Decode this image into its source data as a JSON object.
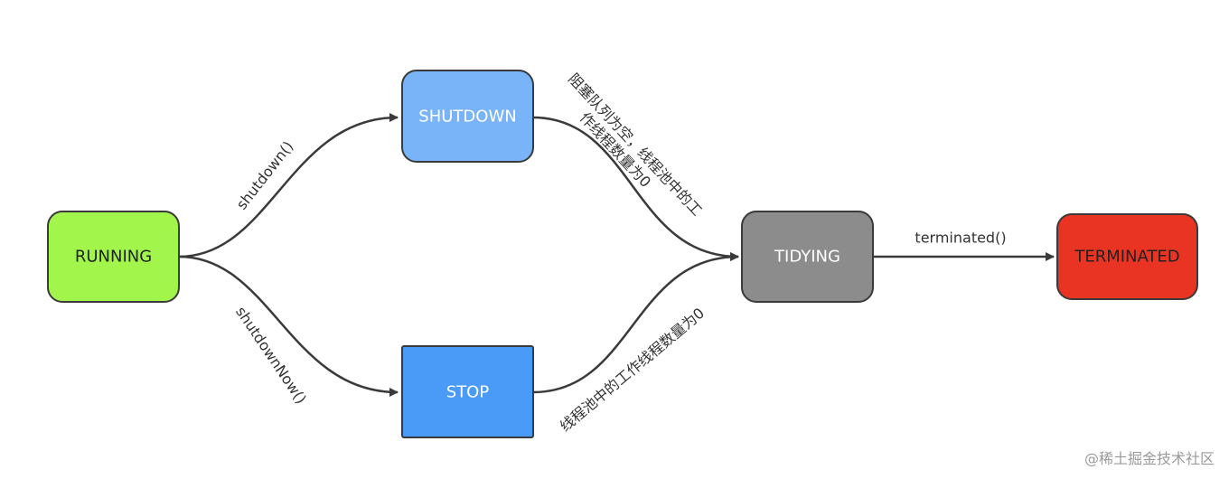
{
  "nodes": {
    "running": {
      "label": "RUNNING",
      "color": "#a2f54b",
      "text_color": "#222222"
    },
    "shutdown": {
      "label": "SHUTDOWN",
      "color": "#7ab4f8",
      "text_color": "#ffffff"
    },
    "stop": {
      "label": "STOP",
      "color": "#4a9bf7",
      "text_color": "#ffffff"
    },
    "tidying": {
      "label": "TIDYING",
      "color": "#8c8c8c",
      "text_color": "#ffffff"
    },
    "terminated": {
      "label": "TERMINATED",
      "color": "#e93323",
      "text_color": "#222222"
    }
  },
  "edges": {
    "running_to_shutdown": "shutdown()",
    "running_to_stop": "shutdownNow()",
    "shutdown_to_tidying_line1": "阻塞队列为空，线程池中的工",
    "shutdown_to_tidying_line2": "作线程数量为0",
    "stop_to_tidying": "线程池中的工作线程数量为0",
    "tidying_to_terminated": "terminated()"
  },
  "watermark": "@稀土掘金技术社区"
}
